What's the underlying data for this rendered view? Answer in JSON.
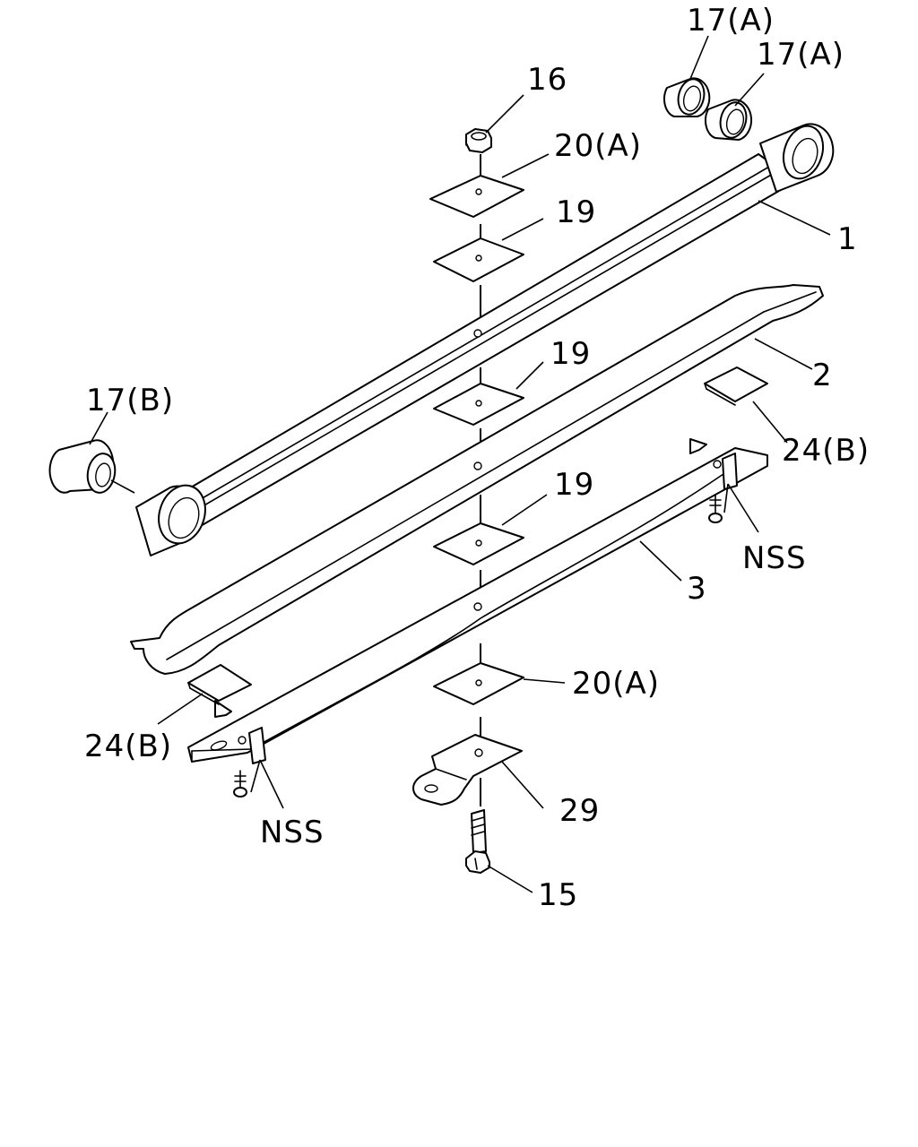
{
  "labels": {
    "bushing_a_top": "17(A)",
    "bushing_a_second": "17(A)",
    "nut": "16",
    "plate_top": "20(A)",
    "pad_top": "19",
    "leaf_1": "1",
    "pad_middle": "19",
    "leaf_2": "2",
    "bushing_b": "17(B)",
    "liner_right": "24(B)",
    "pad_lower": "19",
    "nss_right": "NSS",
    "leaf_3": "3",
    "plate_bottom": "20(A)",
    "liner_left": "24(B)",
    "bracket": "29",
    "nss_left": "NSS",
    "bolt": "15"
  },
  "colors": {
    "line": "#000000",
    "background": "#ffffff"
  }
}
